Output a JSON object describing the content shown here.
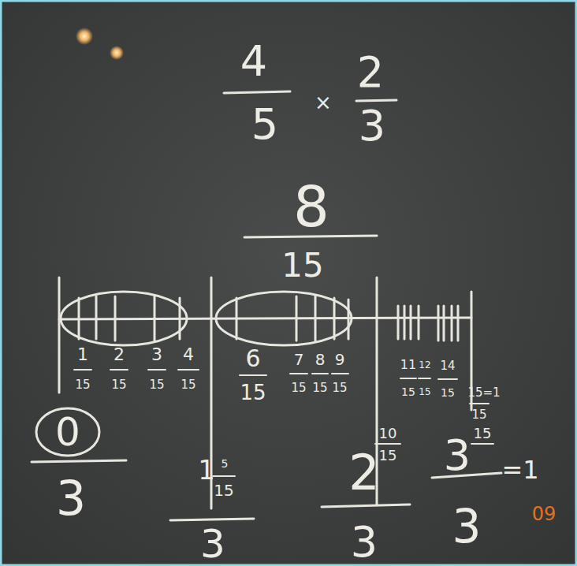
{
  "diagram": {
    "labels": [
      "4",
      "5",
      "×",
      "2",
      "3",
      "8",
      "15",
      "1",
      "15",
      "2",
      "15",
      "3",
      "15",
      "4",
      "15",
      "6",
      "15",
      "7",
      "15",
      "8",
      "15",
      "9",
      "15",
      "11",
      "15",
      "12",
      "15",
      "14",
      "15",
      "15=1",
      "15",
      "0",
      "3",
      "1",
      "5",
      "15",
      "3",
      "10",
      "15",
      "2",
      "3",
      "15",
      "3",
      "=1",
      "3",
      "09"
    ]
  }
}
